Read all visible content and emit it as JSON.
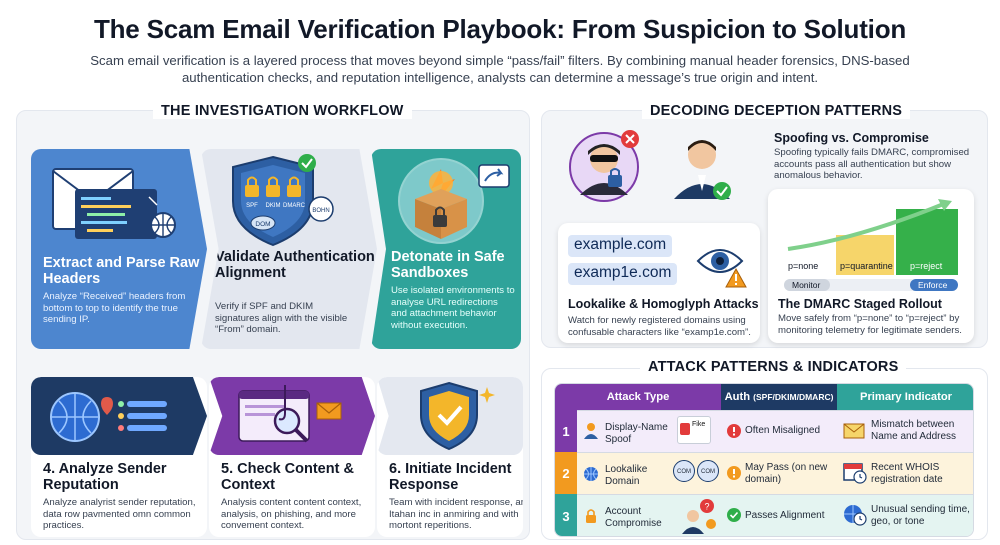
{
  "header": {
    "title": "The Scam Email Verification Playbook: From Suspicion to Solution",
    "subtitle": "Scam email verification is a layered process that moves beyond simple “pass/fail” filters. By combining manual header forensics, DNS-based authentication checks, and reputation intelligence, analysts can determine a message’s true origin and intent."
  },
  "workflow": {
    "heading": "THE INVESTIGATION WORKFLOW",
    "steps": [
      {
        "title": "Extract and Parse Raw Headers",
        "desc": "Analyze “Received” headers from bottom to top to identify the true sending IP."
      },
      {
        "title": "Validate Authentication Alignment",
        "desc": "Verify if SPF and DKIM signatures align with the visible “From” domain."
      },
      {
        "title": "Detonate in Safe Sandboxes",
        "desc": "Use isolated environments to analyse URL redirections and attachment behavior without execution."
      },
      {
        "title": "4. Analyze Sender Reputation",
        "desc": "Analyze analyrist sender reputation, data row pavmented omn common practices."
      },
      {
        "title": "5. Check Content & Context",
        "desc": "Analysis content content context, analysis, on phishing, and more convement context."
      },
      {
        "title": "6. Initiate Incident Response",
        "desc": "Team with incident response, and Itahan inc in anmiring and with mortont reperitions."
      }
    ],
    "shield_labels": {
      "spf": "SPF",
      "dkim": "DKIM",
      "dmarc": "DMARC",
      "dom": "DOM",
      "bohn": "BOHN"
    }
  },
  "deception": {
    "heading": "DECODING DECEPTION PATTERNS",
    "spoofing": {
      "title": "Spoofing vs. Compromise",
      "desc": "Spoofing typically fails DMARC, compromised accounts pass all authentication but show anomalous behavior."
    },
    "lookalike": {
      "domain_a": "example.com",
      "domain_b": "examp1e.com",
      "title": "Lookalike & Homoglyph Attacks",
      "desc": "Watch for newly registered domains using confusable characters like “examp1e.com”."
    },
    "dmarc": {
      "labels": [
        "p=none",
        "p=quarantine",
        "p=reject"
      ],
      "monitor": "Monitor",
      "enforce": "Enforce",
      "title": "The DMARC Staged Rollout",
      "desc": "Move safely from “p=none” to “p=reject” by monitoring telemetry for legitimate senders."
    }
  },
  "attacks": {
    "heading": "ATTACK PATTERNS & INDICATORS",
    "columns": {
      "type": "Attack Type",
      "auth": "Auth",
      "auth_small": "(SPF/DKIM/DMARC)",
      "indicator": "Primary Indicator"
    },
    "rows": [
      {
        "num": "1",
        "type": "Display-Name Spoof",
        "auth": "Often Misaligned",
        "indicator": "Mismatch between Name and Address",
        "badge": "Fike"
      },
      {
        "num": "2",
        "type": "Lookalike Domain",
        "auth": "May Pass (on new domain)",
        "indicator": "Recent WHOIS registration date",
        "badge": "COM"
      },
      {
        "num": "3",
        "type": "Account Compromise",
        "auth": "Passes Alignment",
        "indicator": "Unusual sending time, geo, or tone"
      }
    ]
  },
  "colors": {
    "blue": "#4d86cf",
    "navy": "#1e3a64",
    "purple": "#7c3aa8",
    "teal": "#2fa39a",
    "green": "#2fae4a",
    "red": "#e23b3b",
    "orange": "#f29a1f"
  }
}
